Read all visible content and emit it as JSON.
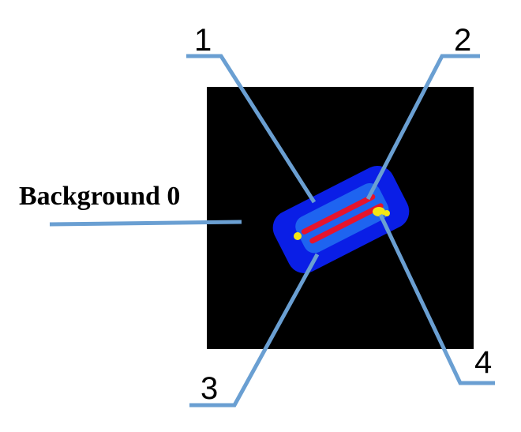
{
  "labels": {
    "background": "Background 0",
    "region_1": "1",
    "region_2": "2",
    "region_3": "3",
    "region_4": "4"
  },
  "colors": {
    "background_square": "#000000",
    "outer_region": "#0a1ee6",
    "inner_region": "#1e64f0",
    "red_bands": "#e6142d",
    "yellow_spots": "#f5e614",
    "leader_lines": "#6a9fd2"
  }
}
